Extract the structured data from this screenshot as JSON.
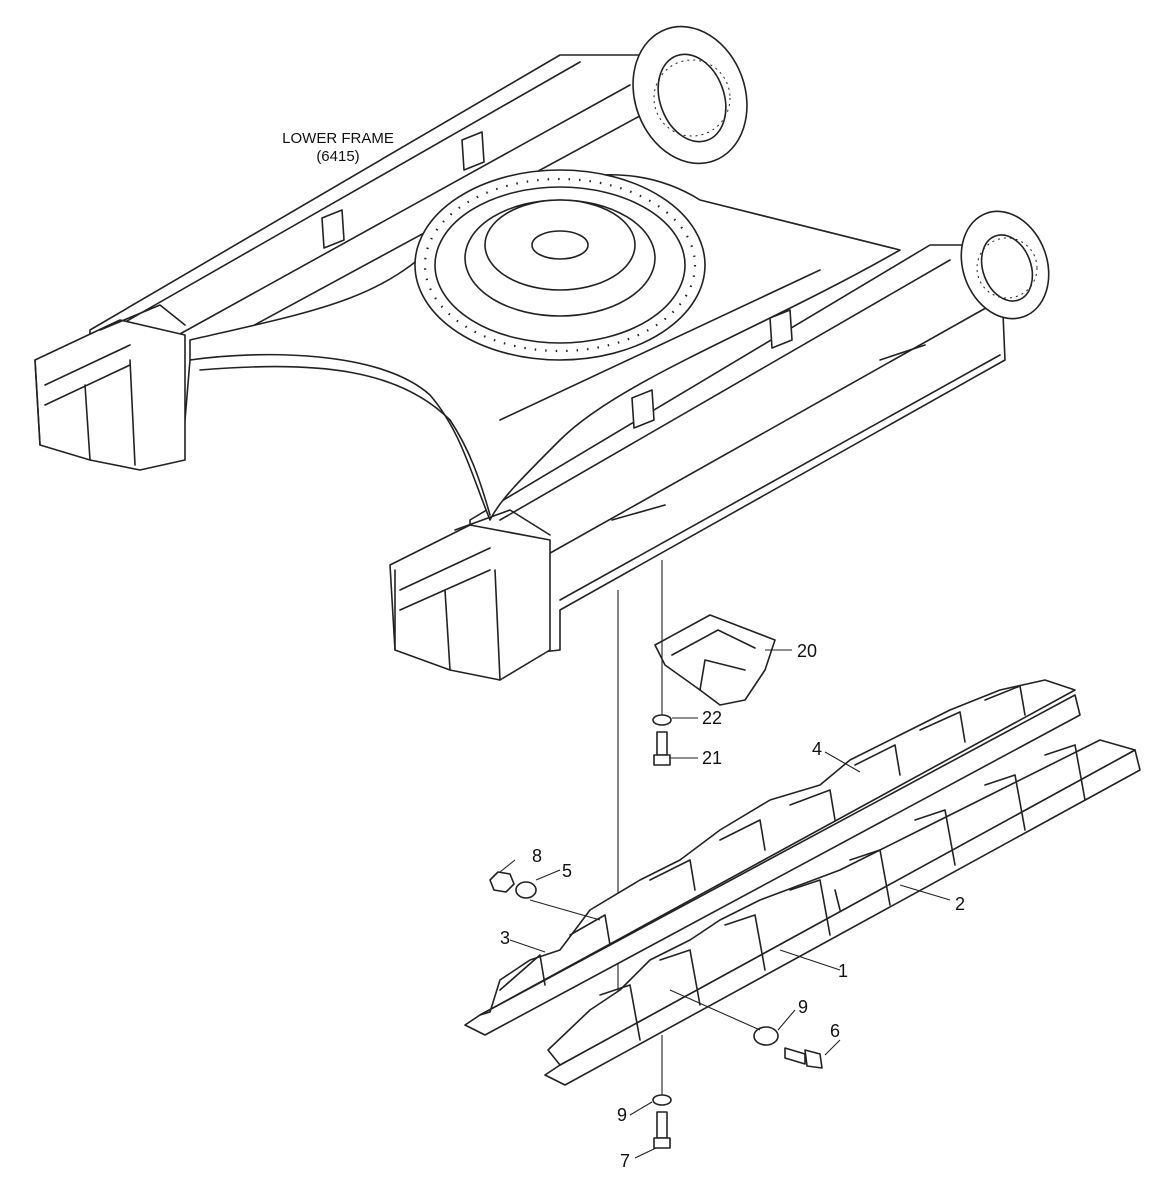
{
  "frame_label": {
    "line1": "LOWER FRAME",
    "line2": "(6415)"
  },
  "callouts": {
    "c1": "1",
    "c2": "2",
    "c3": "3",
    "c4": "4",
    "c5": "5",
    "c6": "6",
    "c7": "7",
    "c8": "8",
    "c9a": "9",
    "c9b": "9",
    "c20": "20",
    "c21": "21",
    "c22": "22"
  }
}
